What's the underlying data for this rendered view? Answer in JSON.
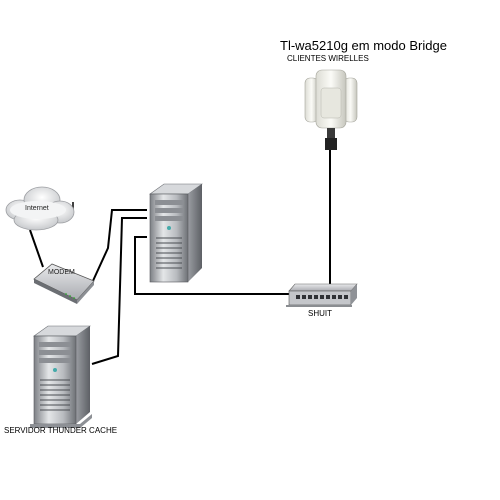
{
  "diagram": {
    "title": "Tl-wa5210g em modo Bridge",
    "access_point_label": "CLIENTES WIRELLES",
    "switch_label": "SHUIT",
    "cache_server_label": "SERVIDOR THUNDER CACHE",
    "modem_label": "MODEM",
    "internet_label": "Internet",
    "colors": {
      "cable": "#000000",
      "device_metal": "#b9bcc0",
      "device_dark": "#2b2b2b",
      "background": "#ffffff"
    },
    "icons": [
      "cloud-icon",
      "modem-icon",
      "server-tower-icon",
      "switch-icon",
      "access-point-icon"
    ]
  }
}
